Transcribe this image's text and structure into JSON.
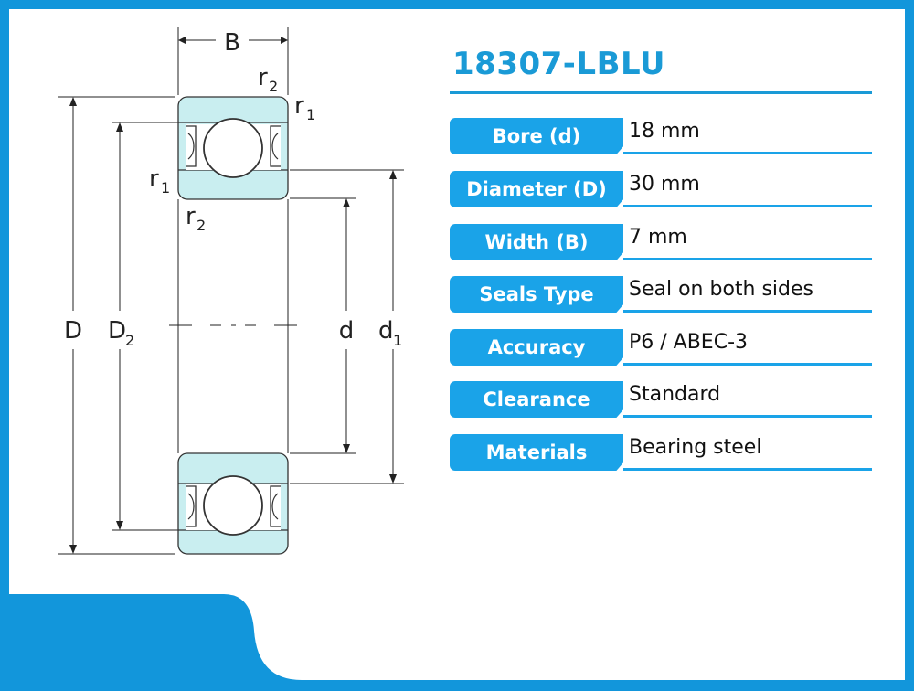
{
  "diagram": {
    "labels": {
      "B": "B",
      "r": "r",
      "sub1": "1",
      "sub2": "2",
      "D": "D",
      "d": "d"
    }
  },
  "product": {
    "title": "18307-LBLU"
  },
  "specs": [
    {
      "label": "Bore (d)",
      "value": "18 mm"
    },
    {
      "label": "Diameter (D)",
      "value": "30 mm"
    },
    {
      "label": "Width (B)",
      "value": "7 mm"
    },
    {
      "label": "Seals Type",
      "value": "Seal on both sides"
    },
    {
      "label": "Accuracy",
      "value": "P6 / ABEC-3"
    },
    {
      "label": "Clearance",
      "value": "Standard"
    },
    {
      "label": "Materials",
      "value": "Bearing steel"
    }
  ],
  "colors": {
    "accent": "#1aa3e8",
    "frame": "#1296db",
    "ring_fill": "#c9eef0"
  }
}
